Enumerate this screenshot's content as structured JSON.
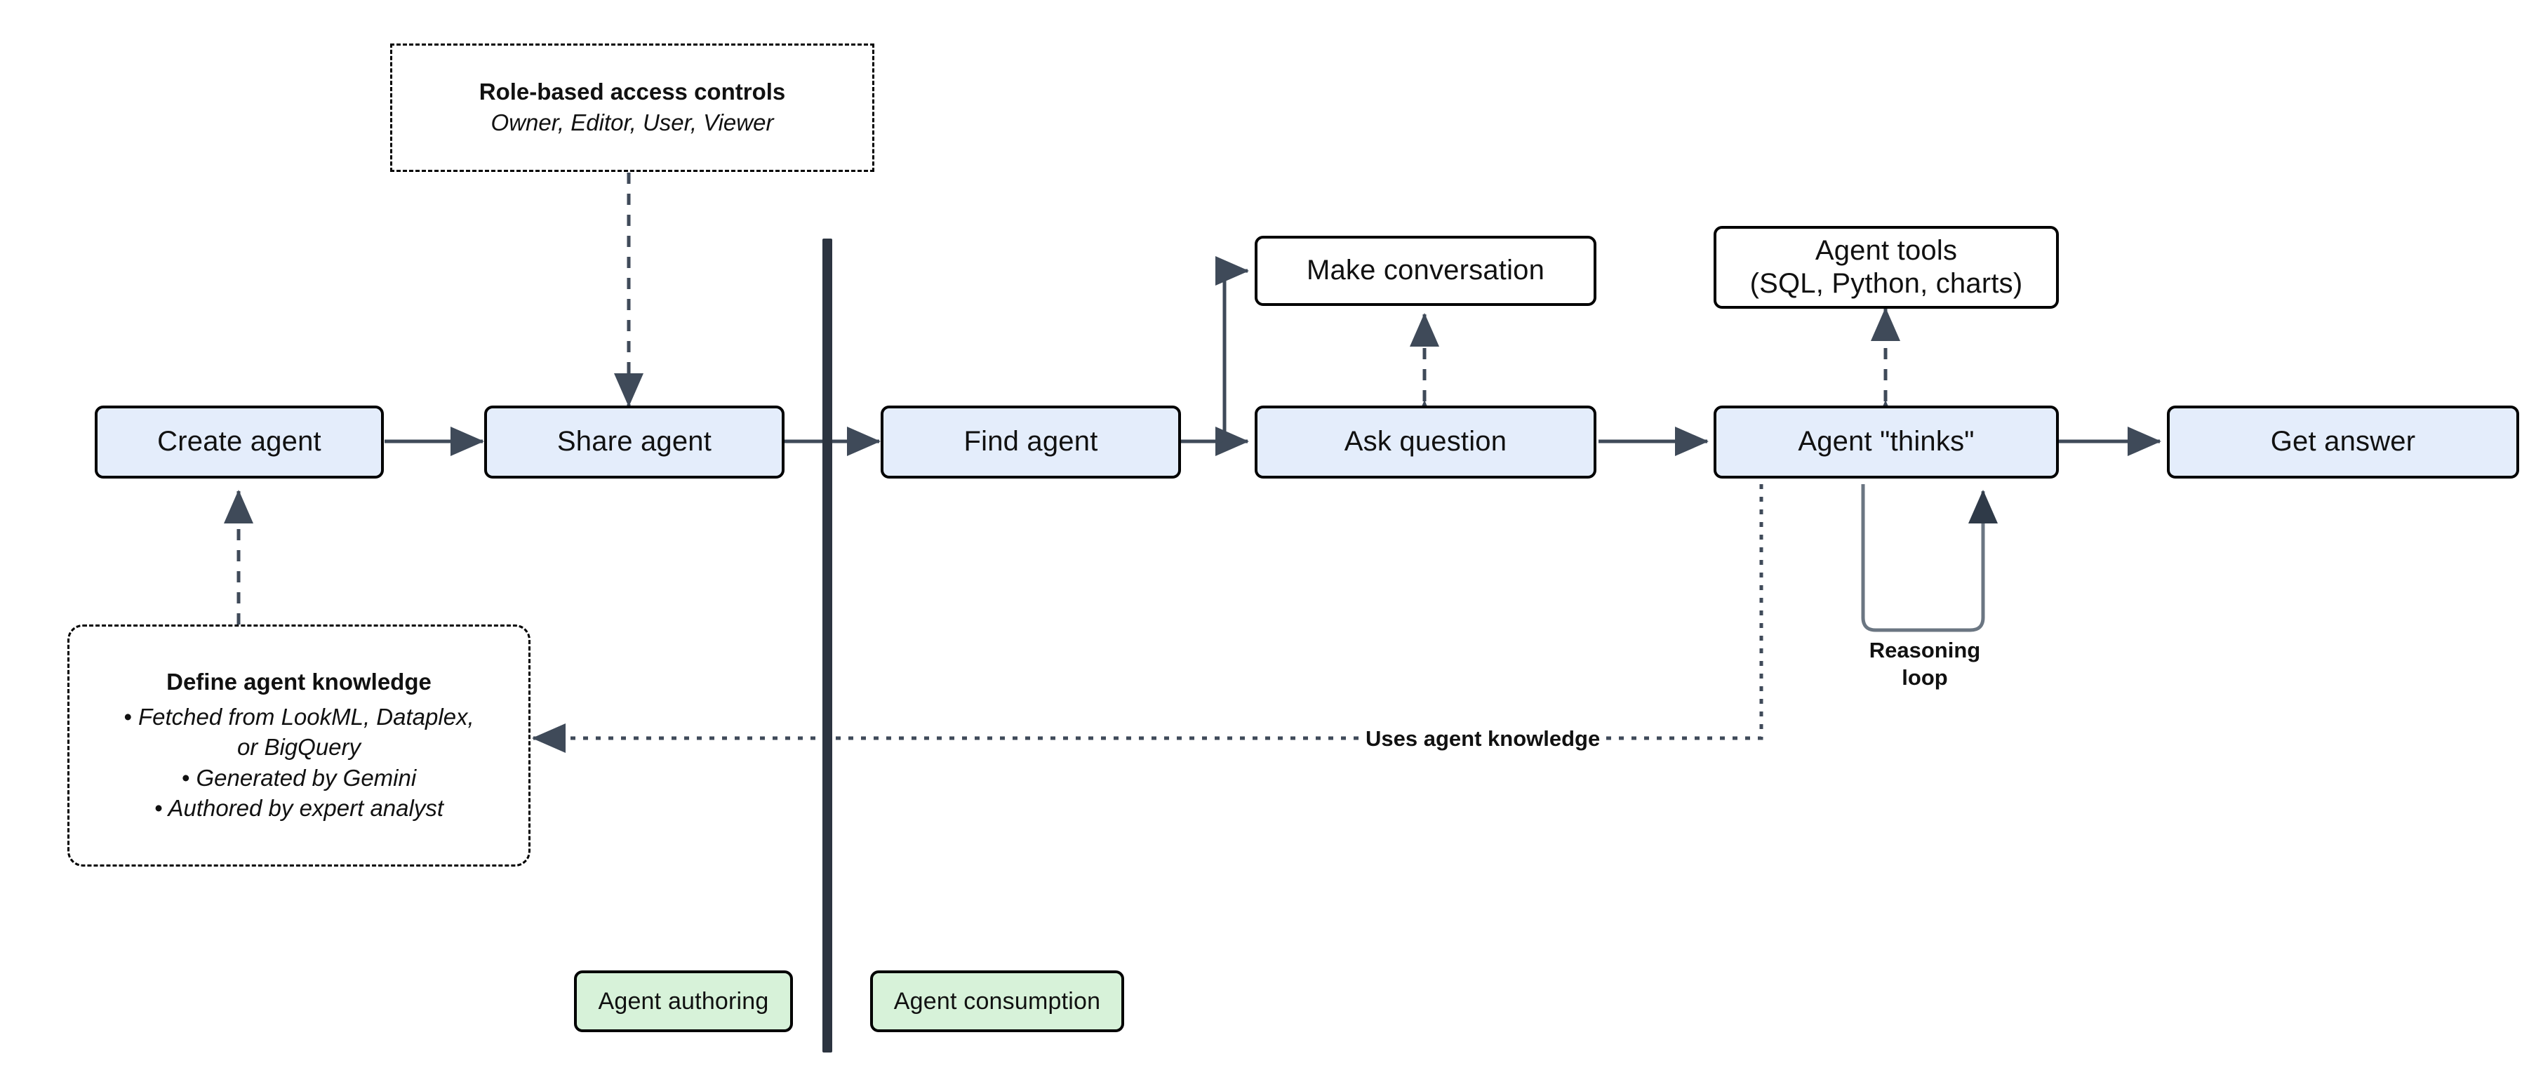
{
  "diagram": {
    "title_present": false,
    "colors": {
      "process_fill": "#e4edfb",
      "plain_fill": "#ffffff",
      "legend_fill": "#d7f2d9",
      "stroke": "#000000",
      "connector": "#3f4a59",
      "divider": "#2c3440"
    },
    "nodes": {
      "create_agent": "Create agent",
      "share_agent": "Share agent",
      "find_agent": "Find agent",
      "make_conversation": "Make conversation",
      "ask_question": "Ask question",
      "agent_tools": "Agent tools\n(SQL, Python, charts)",
      "agent_tools_line1": "Agent tools",
      "agent_tools_line2": "(SQL, Python, charts)",
      "agent_thinks": "Agent \"thinks\"",
      "get_answer": "Get answer"
    },
    "notes": {
      "rbac": {
        "title": "Role-based access controls",
        "subtitle": "Owner, Editor, User, Viewer"
      },
      "knowledge": {
        "title": "Define agent knowledge",
        "bullets": [
          "• Fetched from LookML, Dataplex, or BigQuery",
          "• Generated by Gemini",
          "• Authored by expert analyst"
        ],
        "bullet_1_line1": "• Fetched from LookML, Dataplex,",
        "bullet_1_line2": "or BigQuery",
        "bullet_2": "• Generated by Gemini",
        "bullet_3": "• Authored by expert analyst"
      }
    },
    "edge_labels": {
      "uses_agent_knowledge": "Uses agent knowledge",
      "reasoning_loop_line1": "Reasoning",
      "reasoning_loop_line2": "loop"
    },
    "legend": {
      "authoring": "Agent authoring",
      "consumption": "Agent consumption"
    }
  }
}
